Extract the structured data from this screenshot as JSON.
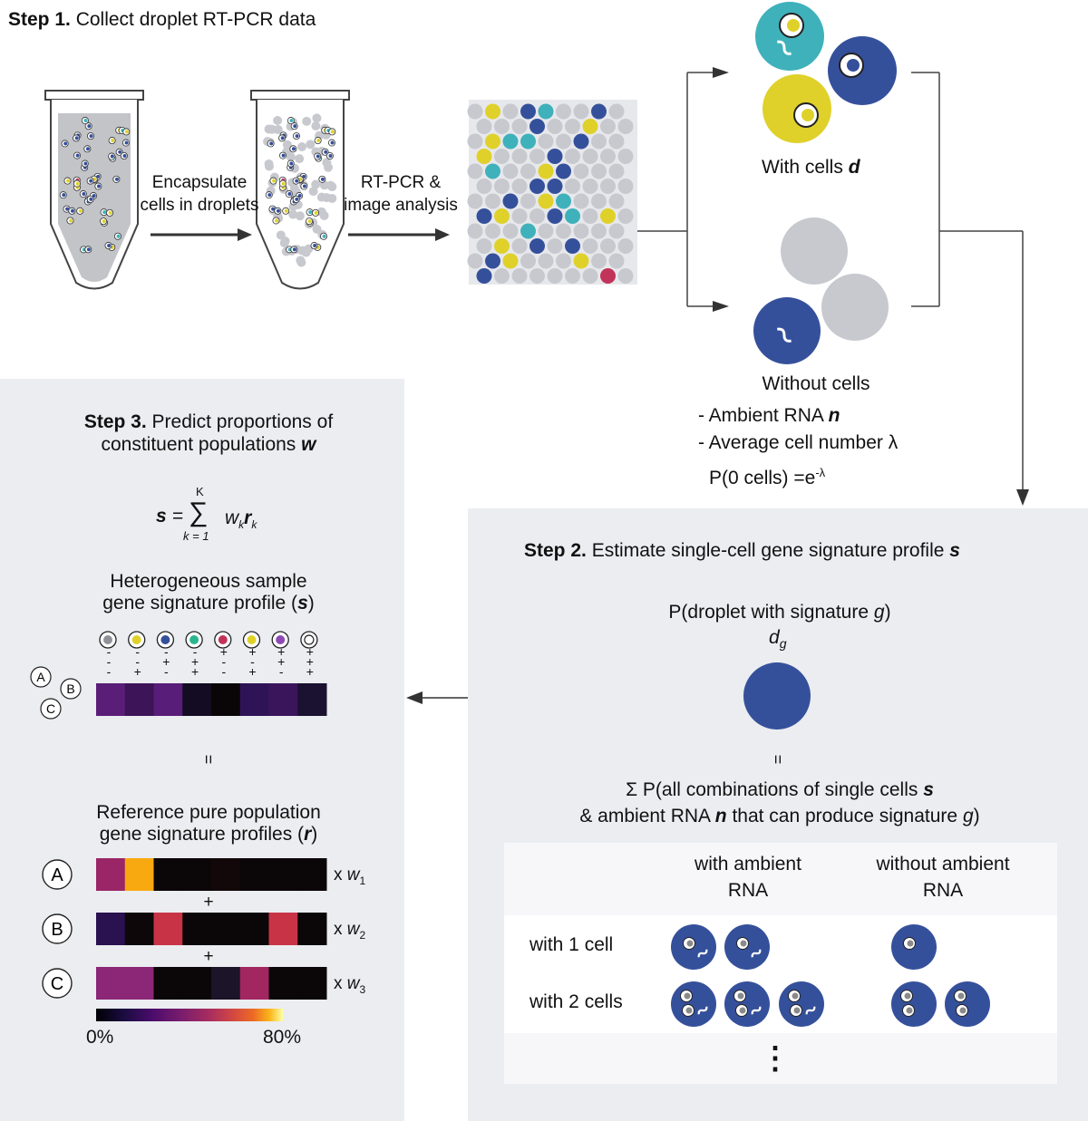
{
  "step1": {
    "title_bold": "Step 1.",
    "title_rest": "Collect droplet RT-PCR data",
    "arrow1_label_line1": "Encapsulate",
    "arrow1_label_line2": "cells in droplets",
    "arrow2_label_line1": "RT-PCR &",
    "arrow2_label_line2": "image analysis",
    "with_cells_label": "With cells",
    "with_cells_symbol": "d",
    "without_cells_label": "Without cells",
    "ambient_rna_label": "- Ambient RNA",
    "ambient_rna_symbol": "n",
    "avg_cell_number_label": "- Average cell number λ",
    "p0_label": "P(0 cells) =",
    "p0_base": "e",
    "p0_exp": "-λ"
  },
  "step2": {
    "title_bold": "Step 2.",
    "title_rest": "Estimate single-cell gene signature profile",
    "title_symbol": "s",
    "prob_line": "P(droplet with signature",
    "prob_g": "g",
    "prob_close": ")",
    "d_symbol": "d",
    "d_sub": "g",
    "equals": "=",
    "sum_line1_pre": "Σ P(all combinations of single cells",
    "sum_line1_s": "s",
    "sum_line2_pre": "& ambient RNA",
    "sum_line2_n": "n",
    "sum_line2_mid": "that can produce signature",
    "sum_line2_g": "g",
    "sum_line2_close": ")",
    "table": {
      "col1_line1": "with ambient",
      "col1_line2": "RNA",
      "col2_line1": "without ambient",
      "col2_line2": "RNA",
      "row1": "with 1 cell",
      "row2": "with 2 cells",
      "ellipsis": "⋮"
    }
  },
  "step3": {
    "title_bold": "Step 3.",
    "title_rest": "Predict proportions of",
    "title_line2": "constituent populations",
    "title_symbol": "w",
    "formula": {
      "s": "s",
      "eq": "=",
      "sigma": "∑",
      "upper": "K",
      "lower": "k = 1",
      "w": "w",
      "wsub": "k",
      "r": "r",
      "rsub": "k"
    },
    "hetero_line1": "Heterogeneous sample",
    "hetero_line2": "gene signature profile (",
    "hetero_symbol": "s",
    "hetero_close": ")",
    "signs_row1": [
      "-",
      "-",
      "-",
      "-",
      "+",
      "+",
      "+",
      "+"
    ],
    "signs_row2": [
      "-",
      "-",
      "+",
      "+",
      "-",
      "-",
      "+",
      "+"
    ],
    "signs_row3": [
      "-",
      "+",
      "-",
      "+",
      "-",
      "+",
      "-",
      "+"
    ],
    "equals": "=",
    "ref_line1": "Reference pure population",
    "ref_line2": "gene signature profiles (",
    "ref_symbol": "r",
    "ref_close": ")",
    "populations": [
      {
        "label": "A",
        "weight_prefix": "x",
        "w": "w",
        "sub": "1"
      },
      {
        "label": "B",
        "weight_prefix": "x",
        "w": "w",
        "sub": "2"
      },
      {
        "label": "C",
        "weight_prefix": "x",
        "w": "w",
        "sub": "3"
      }
    ],
    "plus": "+",
    "cluster_labels": [
      "A",
      "B",
      "C"
    ],
    "colorbar_min": "0%",
    "colorbar_max": "80%"
  },
  "colors": {
    "panel_bg": "#ebedf0",
    "navy": "#35509b",
    "yellow": "#dfd12a",
    "teal": "#3fb1bb",
    "gray": "#c7c9ce",
    "crimson": "#c2335a",
    "arrow": "#333333"
  },
  "icons": [
    "tube-icon",
    "droplet-grid-icon",
    "cell-icon",
    "ambient-rna-icon",
    "arrow-icon"
  ]
}
